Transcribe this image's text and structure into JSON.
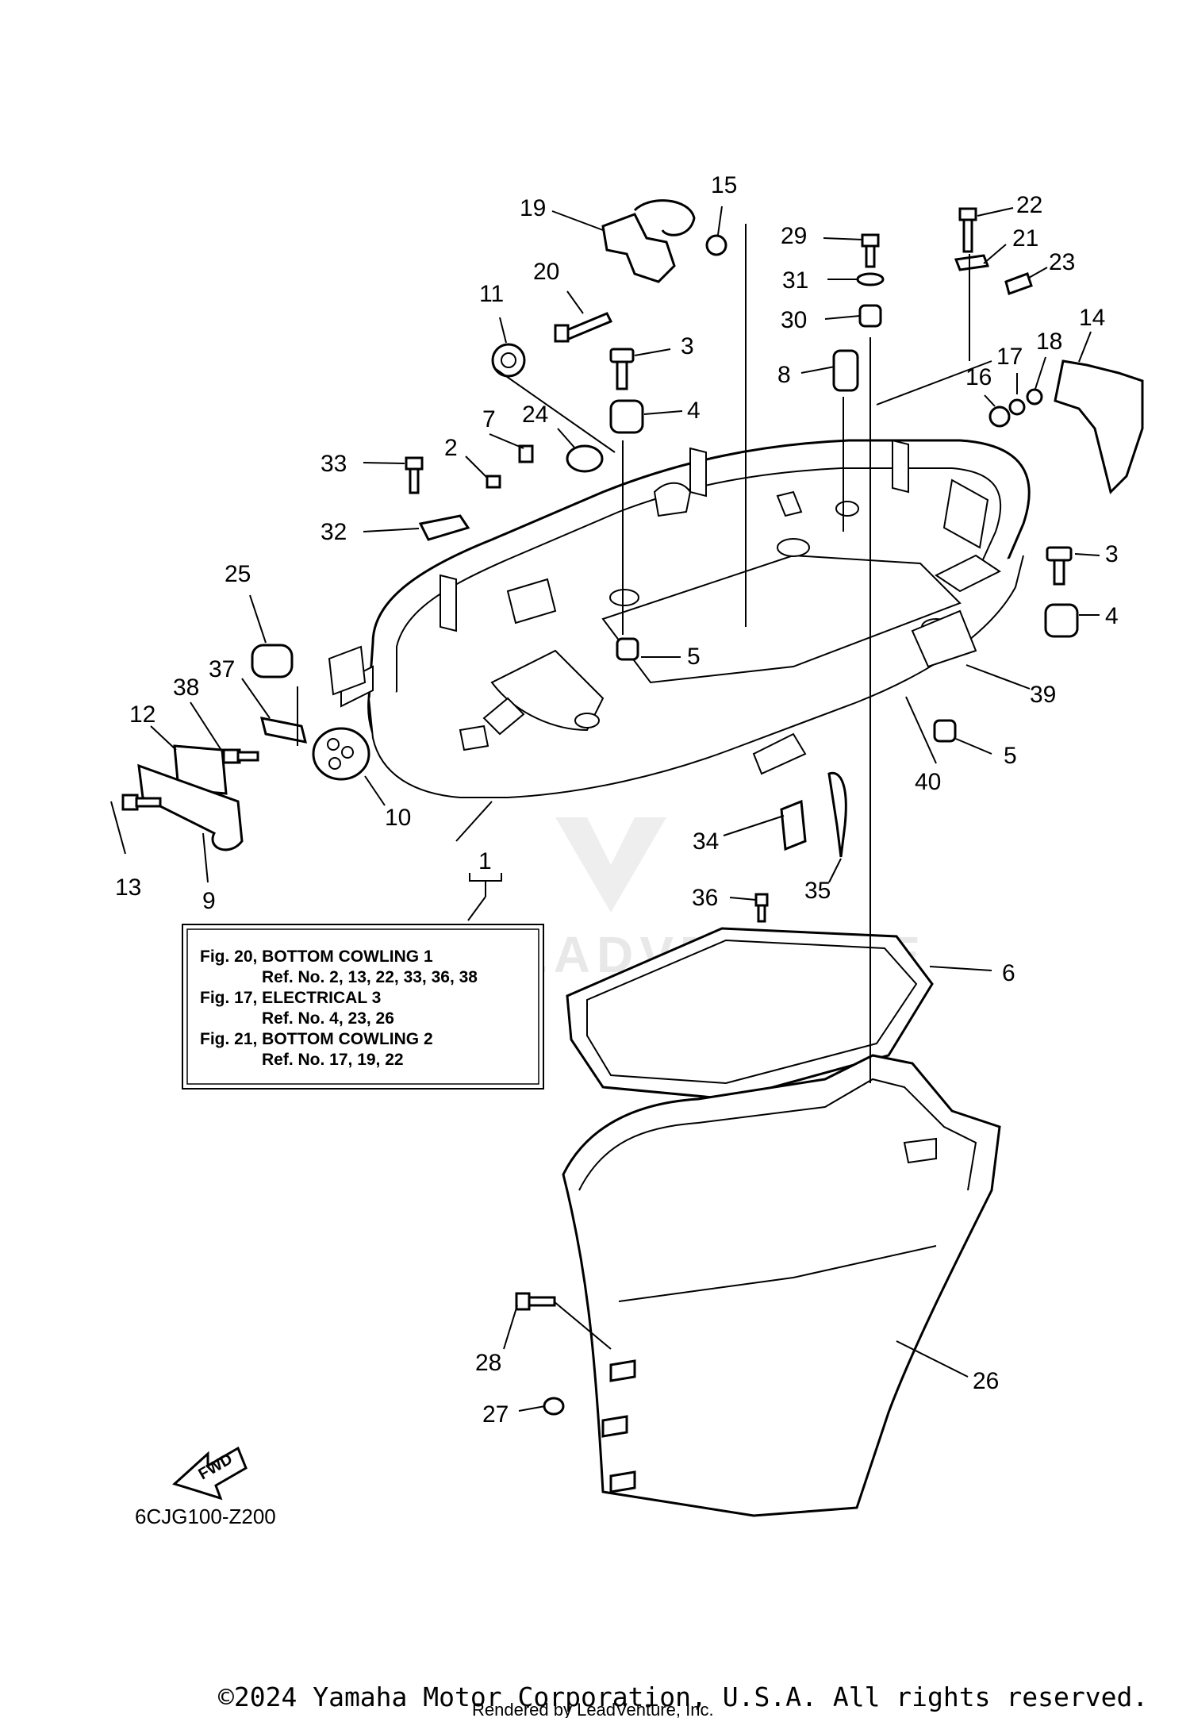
{
  "diagram": {
    "callouts": [
      "1",
      "2",
      "3",
      "3",
      "4",
      "4",
      "5",
      "5",
      "6",
      "7",
      "8",
      "9",
      "10",
      "11",
      "12",
      "13",
      "14",
      "15",
      "16",
      "17",
      "18",
      "19",
      "20",
      "21",
      "22",
      "23",
      "24",
      "25",
      "26",
      "27",
      "28",
      "29",
      "30",
      "31",
      "32",
      "33",
      "34",
      "35",
      "36",
      "37",
      "38",
      "39",
      "40"
    ],
    "reference_box": {
      "lines": [
        "Fig. 20, BOTTOM COWLING 1",
        "Ref. No. 2, 13, 22, 33, 36, 38",
        "Fig. 17, ELECTRICAL 3",
        "Ref. No. 4, 23, 26",
        "Fig. 21, BOTTOM COWLING 2",
        "Ref. No. 17, 19, 22"
      ]
    },
    "fwd_label": "FWD",
    "diagram_code": "6CJG100-Z200",
    "copyright": "©2024 Yamaha Motor Corporation, U.S.A. All rights reserved.",
    "rendered_by": "Rendered by LeadVenture, Inc.",
    "watermark": "LEADVENTURE"
  }
}
